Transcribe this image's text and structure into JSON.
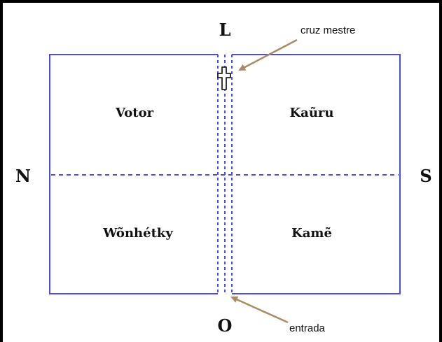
{
  "directions": {
    "north": "N",
    "south": "S",
    "east": "L",
    "west": "O"
  },
  "quadrants": {
    "top_left": "Votor",
    "top_right": "Kaũru",
    "bottom_left": "Wõnhétky",
    "bottom_right": "Kamẽ"
  },
  "annotations": {
    "cross": "cruz mestre",
    "entrance": "entrada"
  },
  "colors": {
    "outline": "#4d4de6",
    "arrow": "#a98c63",
    "text": "#111111"
  }
}
